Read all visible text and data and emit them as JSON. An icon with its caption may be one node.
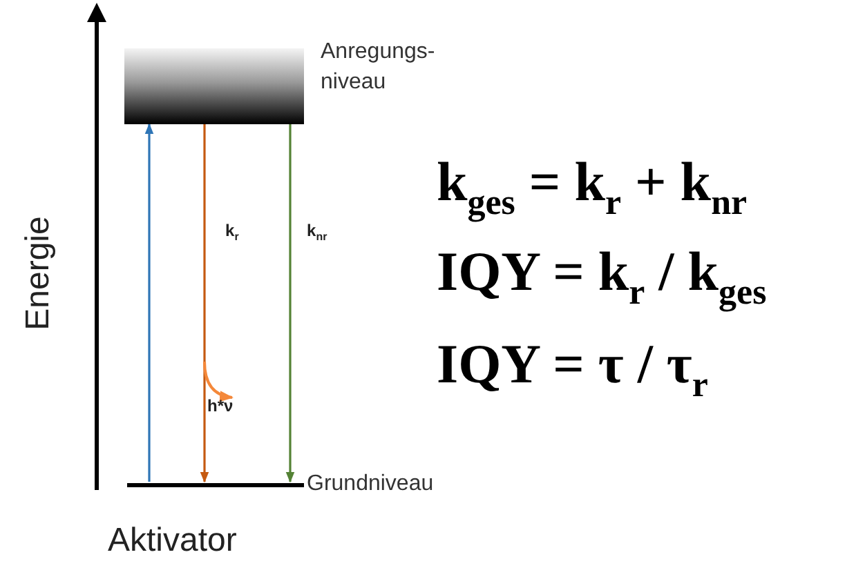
{
  "diagram": {
    "nodes": [
      {
        "text": [
          "Anregungs- niveau"
        ]
      },
      {
        "text": [
          "Grundniveau"
        ]
      },
      {
        "text": [
          "h*ν"
        ]
      }
    ],
    "edges": [
      {
        "from": 1,
        "to": 0,
        "arrow": "to",
        "color": "#2e75b6"
      },
      {
        "from": 0,
        "to": 1,
        "arrow": "to",
        "label": "k$_{r}$",
        "color": "#c55a11"
      },
      {
        "from": 0,
        "to": 1,
        "arrow": "to",
        "label": "k$_{nr}$",
        "color": "#548235"
      },
      {
        "from": null,
        "to": 2,
        "arrow": "to",
        "color": "#f4883a"
      }
    ],
    "labels": [
      "Energie",
      "Aktivator",
      "k$_{ges}$ = k$_{r}$ + k$_{nr}$",
      "IQY = k$_{r}$ / k$_{ges}$",
      "IQY = τ / τ$_{r}$"
    ]
  }
}
